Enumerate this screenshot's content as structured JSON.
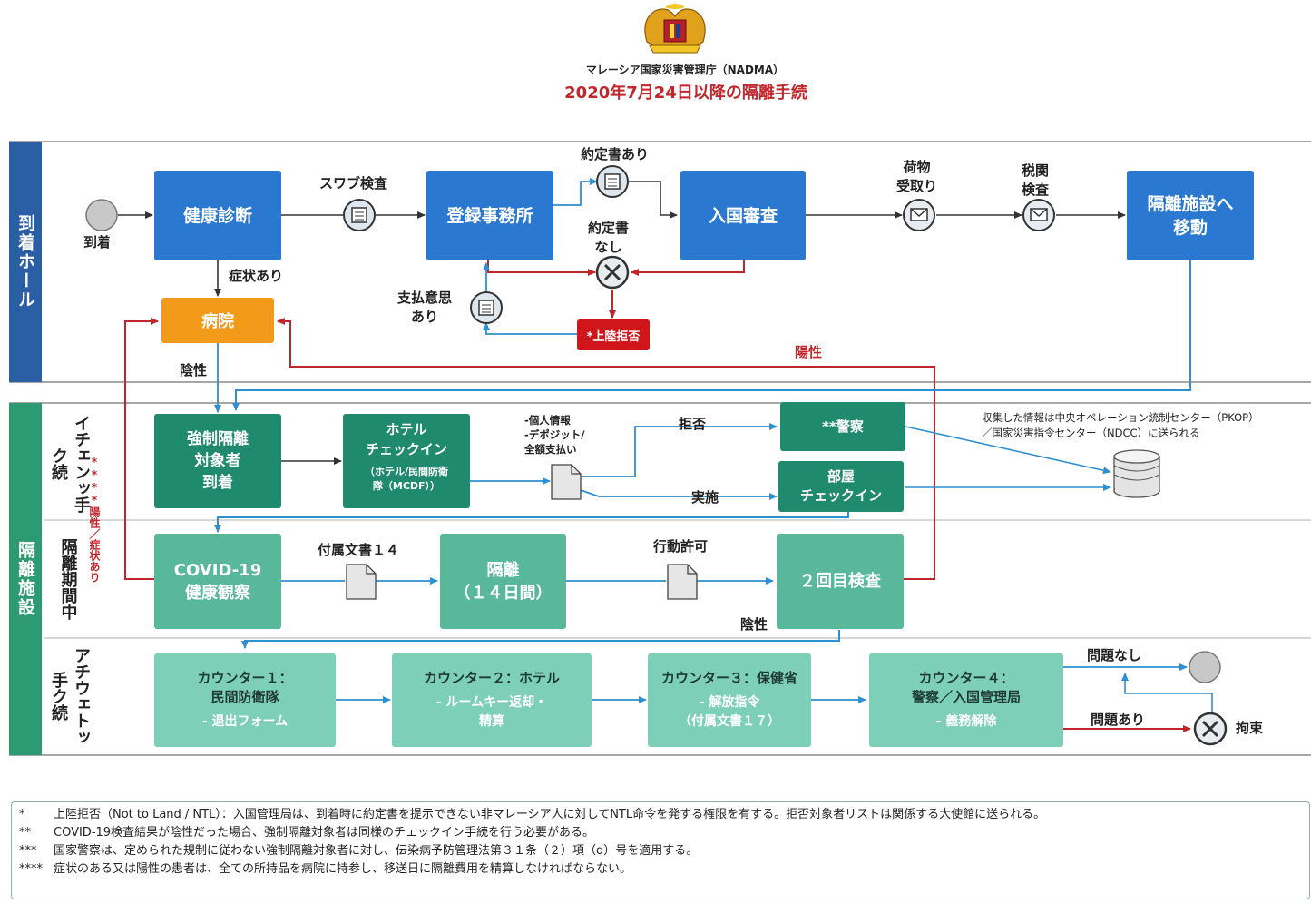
{
  "header": {
    "agency": "マレーシア国家災害管理庁（NADMA）",
    "title": "2020年7月24日以降の隔離手続"
  },
  "colors": {
    "lane_blue": "#2a5fa6",
    "process_blue": "#2a78d0",
    "hospital_orange": "#f39a1b",
    "reject_red": "#d0161a",
    "dark_green": "#1f8a6e",
    "mid_green": "#5ab89a",
    "light_green": "#7ecfb8",
    "flow_blue": "#2f8fd0",
    "flow_red": "#c0262c"
  },
  "lanes": {
    "arrival_hall": "到着ホール",
    "quarantine_facility": "隔離施設",
    "checkin": "イチェンッ手ク続",
    "period": "隔離期間中",
    "checkout": "アチウェトッ手ク続"
  },
  "arrival": {
    "start_label": "到着",
    "health_check": "健康診断",
    "swab_test": "スワブ検査",
    "registration": "登録事務所",
    "with_undertaking": "約定書あり",
    "without_undertaking": "約定書\nなし",
    "immigration": "入国審査",
    "baggage": "荷物\n受取り",
    "customs": "税関\n検査",
    "move_to_facility": "隔離施設へ\n移動",
    "symptoms": "症状あり",
    "hospital": "病院",
    "payment_intent": "支払意思\nあり",
    "not_to_land": "*上陸拒否",
    "positive": "陽性",
    "negative": "陰性"
  },
  "checkin": {
    "arrival_box": "強制隔離\n対象者\n到着",
    "hotel_title": "ホテル\nチェックイン",
    "hotel_sub": "（ホテル/民間防衛\n隊（MCDF））",
    "doc_items": "-個人情報\n-デポジット/\n全額支払い",
    "refuse": "拒否",
    "comply": "実施",
    "police": "**警察",
    "room_checkin": "部屋\nチェックイン",
    "info_note": "収集した情報は中央オペレーション統制センター（PKOP）\n／国家災害指令センター（NDCC）に送られる",
    "side_note": "****陽性／症状あり"
  },
  "period": {
    "observation": "COVID-19\n健康観察",
    "annex14": "付属文書１４",
    "isolation": "隔離\n（１４日間）",
    "movement_permit": "行動許可",
    "second_test": "２回目検査",
    "negative": "陰性"
  },
  "checkout": {
    "counter1_title": "カウンター１：\n民間防衛隊",
    "counter1_sub": "- 退出フォーム",
    "counter2_title": "カウンター２：ホテル",
    "counter2_sub": "- ルームキー返却・\n精算",
    "counter3_title": "カウンター３：保健省",
    "counter3_sub": "- 解放指令\n（付属文書１７）",
    "counter4_title": "カウンター４：\n警察／入国管理局",
    "counter4_sub": "- 義務解除",
    "no_problem": "問題なし",
    "problem": "問題あり",
    "detention": "拘束"
  },
  "notes": [
    {
      "mark": "*",
      "text": "上陸拒否（Not to Land / NTL）：入国管理局は、到着時に約定書を提示できない非マレーシア人に対してNTL命令を発する権限を有する。拒否対象者リストは関係する大使館に送られる。"
    },
    {
      "mark": "**",
      "text": "COVID-19検査結果が陰性だった場合、強制隔離対象者は同様のチェックイン手続を行う必要がある。"
    },
    {
      "mark": "***",
      "text": "国家警察は、定められた規制に従わない強制隔離対象者に対し、伝染病予防管理法第３１条（２）項（q）号を適用する。"
    },
    {
      "mark": "****",
      "text": "症状のある又は陽性の患者は、全ての所持品を病院に持参し、移送日に隔離費用を精算しなければならない。"
    }
  ]
}
